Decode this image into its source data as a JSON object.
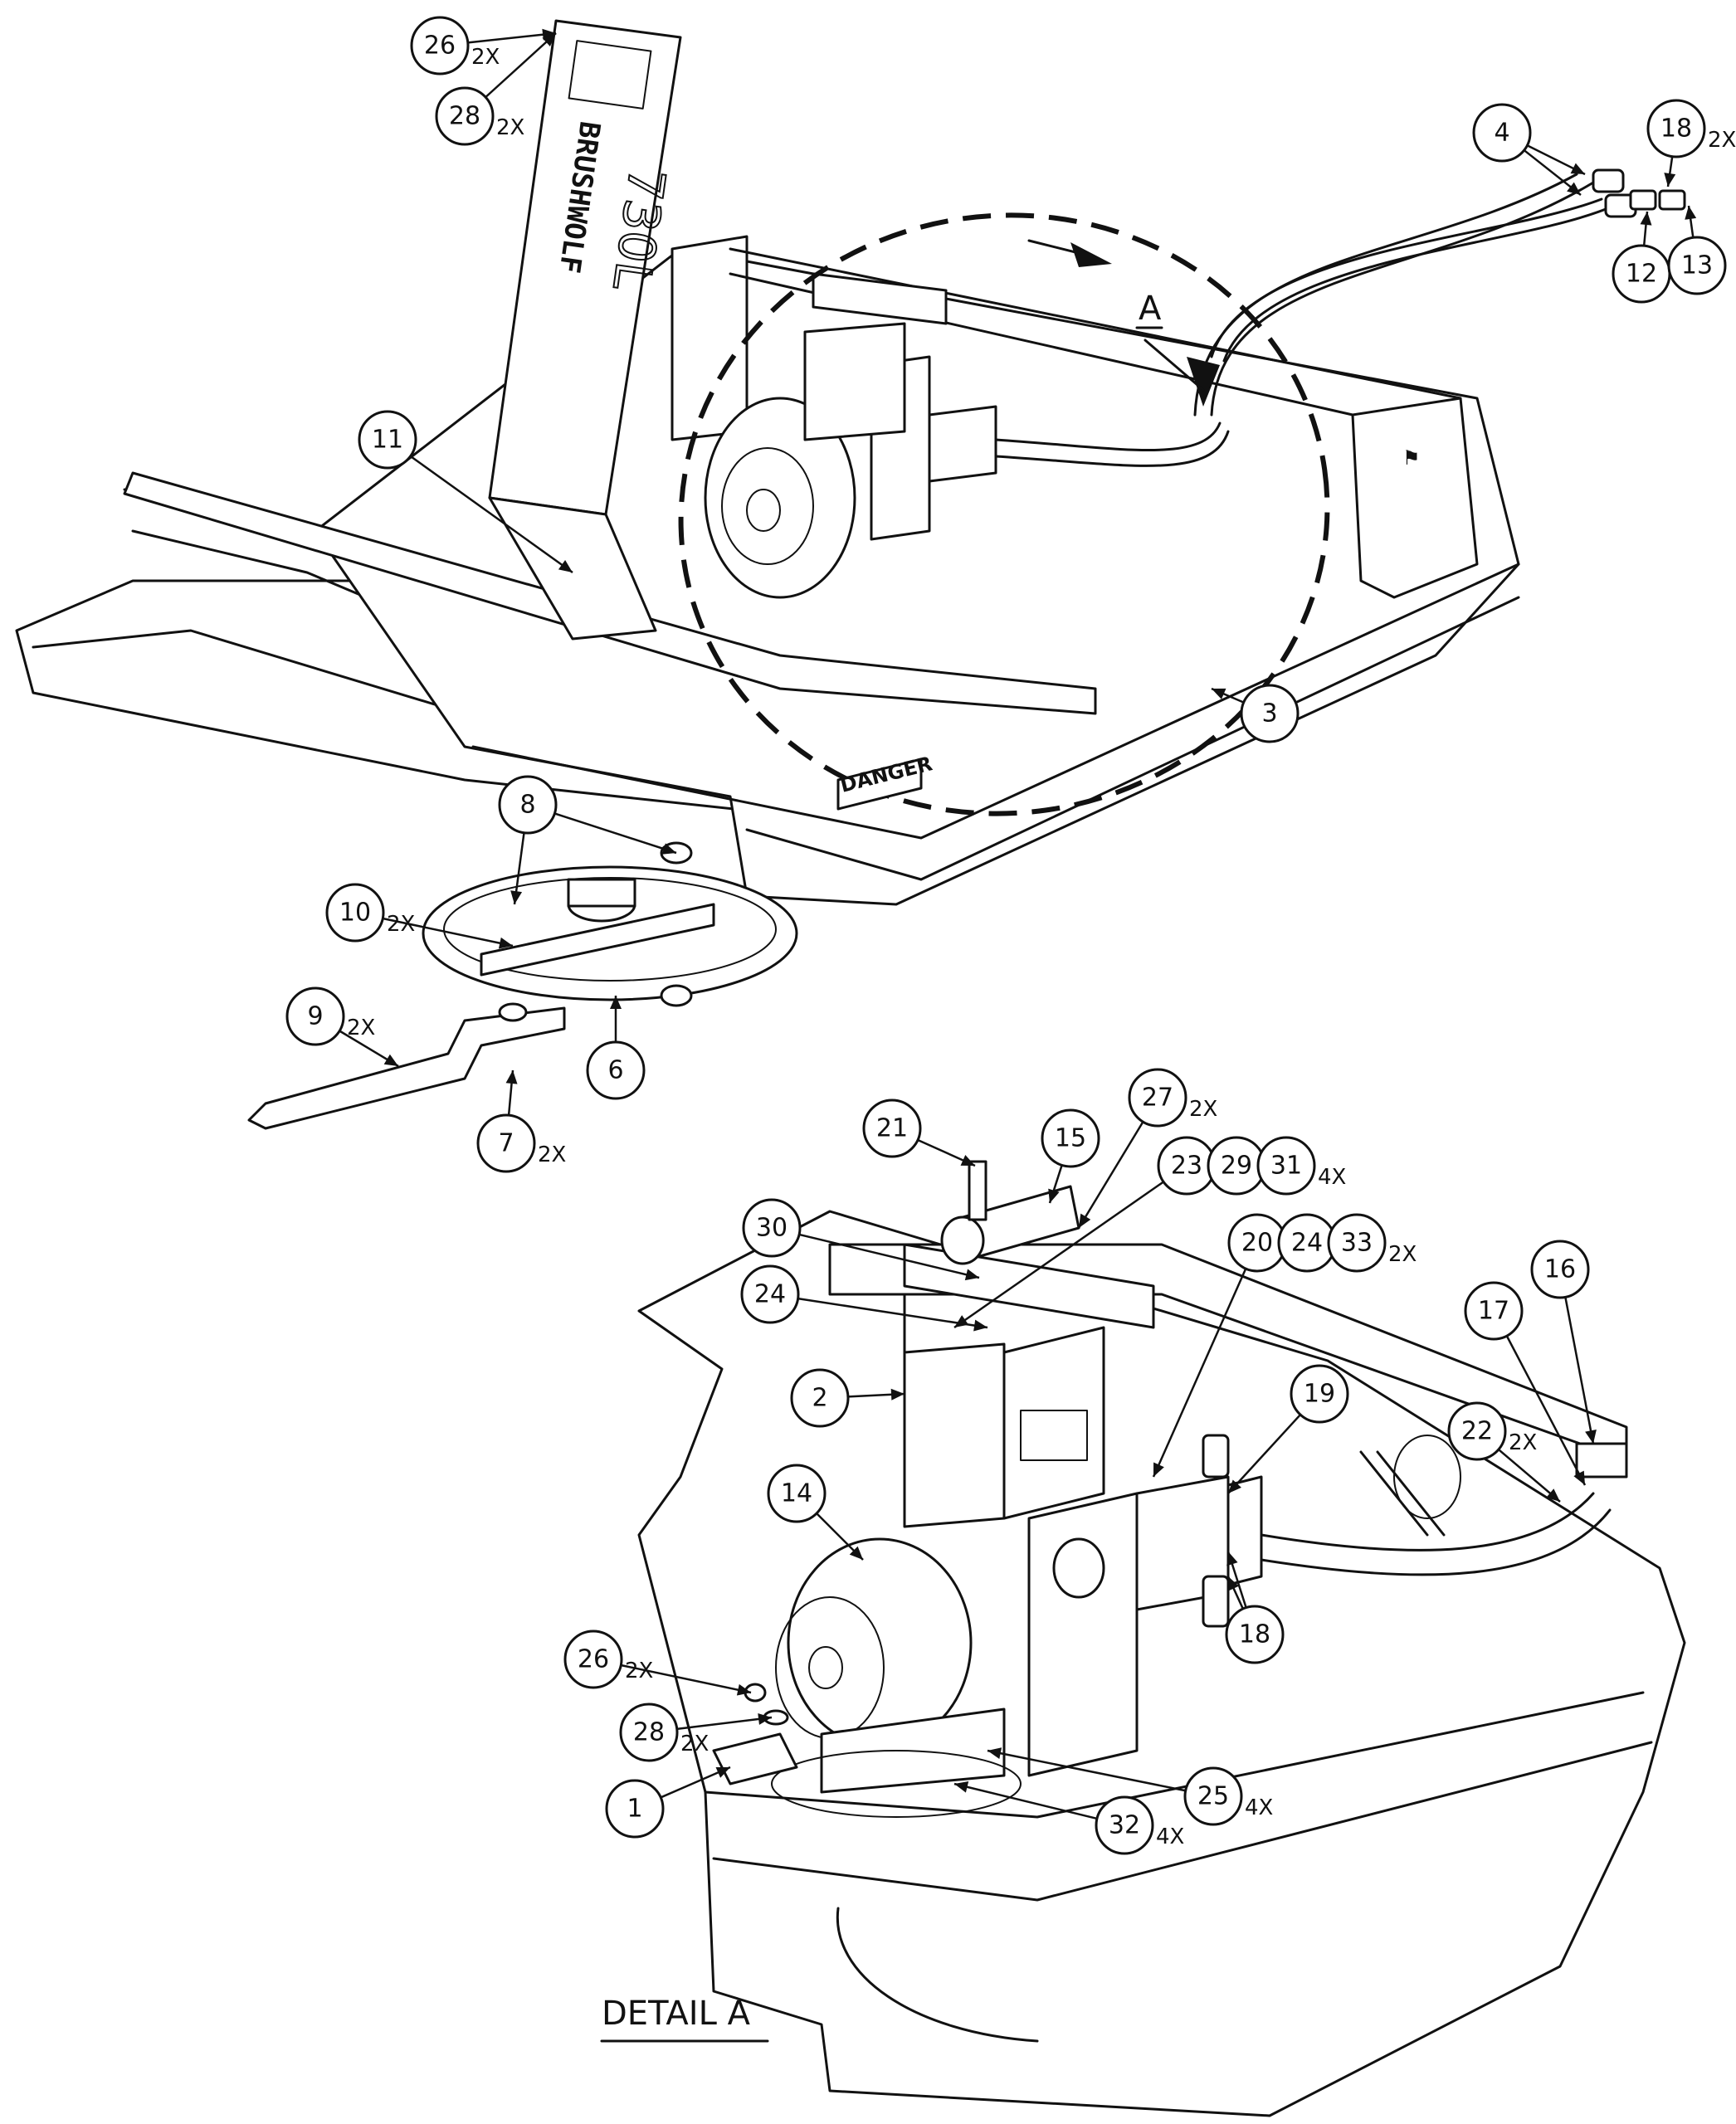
{
  "labels": {
    "detail_title": "DETAIL  A",
    "section_marker": "A",
    "brand_text": "BRUSHWOLF",
    "model_text": "730L",
    "decal_text": "DANGER"
  },
  "callouts": [
    {
      "id": "c26a",
      "num": "26",
      "qty": "2X"
    },
    {
      "id": "c28a",
      "num": "28",
      "qty": "2X"
    },
    {
      "id": "c4",
      "num": "4",
      "qty": ""
    },
    {
      "id": "c18a",
      "num": "18",
      "qty": "2X"
    },
    {
      "id": "c12",
      "num": "12",
      "qty": ""
    },
    {
      "id": "c13",
      "num": "13",
      "qty": ""
    },
    {
      "id": "c11",
      "num": "11",
      "qty": ""
    },
    {
      "id": "c3",
      "num": "3",
      "qty": ""
    },
    {
      "id": "c8",
      "num": "8",
      "qty": ""
    },
    {
      "id": "c10",
      "num": "10",
      "qty": "2X"
    },
    {
      "id": "c9",
      "num": "9",
      "qty": "2X"
    },
    {
      "id": "c6",
      "num": "6",
      "qty": ""
    },
    {
      "id": "c7",
      "num": "7",
      "qty": "2X"
    },
    {
      "id": "c21",
      "num": "21",
      "qty": ""
    },
    {
      "id": "c15",
      "num": "15",
      "qty": ""
    },
    {
      "id": "c27",
      "num": "27",
      "qty": "2X"
    },
    {
      "id": "c23",
      "num": "23",
      "qty": ""
    },
    {
      "id": "c29",
      "num": "29",
      "qty": ""
    },
    {
      "id": "c31",
      "num": "31",
      "qty": "4X"
    },
    {
      "id": "c30",
      "num": "30",
      "qty": ""
    },
    {
      "id": "c20",
      "num": "20",
      "qty": ""
    },
    {
      "id": "c24b",
      "num": "24",
      "qty": ""
    },
    {
      "id": "c33",
      "num": "33",
      "qty": "2X"
    },
    {
      "id": "c24a",
      "num": "24",
      "qty": ""
    },
    {
      "id": "c16",
      "num": "16",
      "qty": ""
    },
    {
      "id": "c17",
      "num": "17",
      "qty": ""
    },
    {
      "id": "c2",
      "num": "2",
      "qty": ""
    },
    {
      "id": "c19",
      "num": "19",
      "qty": ""
    },
    {
      "id": "c22",
      "num": "22",
      "qty": "2X"
    },
    {
      "id": "c14",
      "num": "14",
      "qty": ""
    },
    {
      "id": "c18b",
      "num": "18",
      "qty": ""
    },
    {
      "id": "c26b",
      "num": "26",
      "qty": "2X"
    },
    {
      "id": "c28b",
      "num": "28",
      "qty": "2X"
    },
    {
      "id": "c1",
      "num": "1",
      "qty": ""
    },
    {
      "id": "c25",
      "num": "25",
      "qty": "4X"
    },
    {
      "id": "c32",
      "num": "32",
      "qty": "4X"
    }
  ]
}
